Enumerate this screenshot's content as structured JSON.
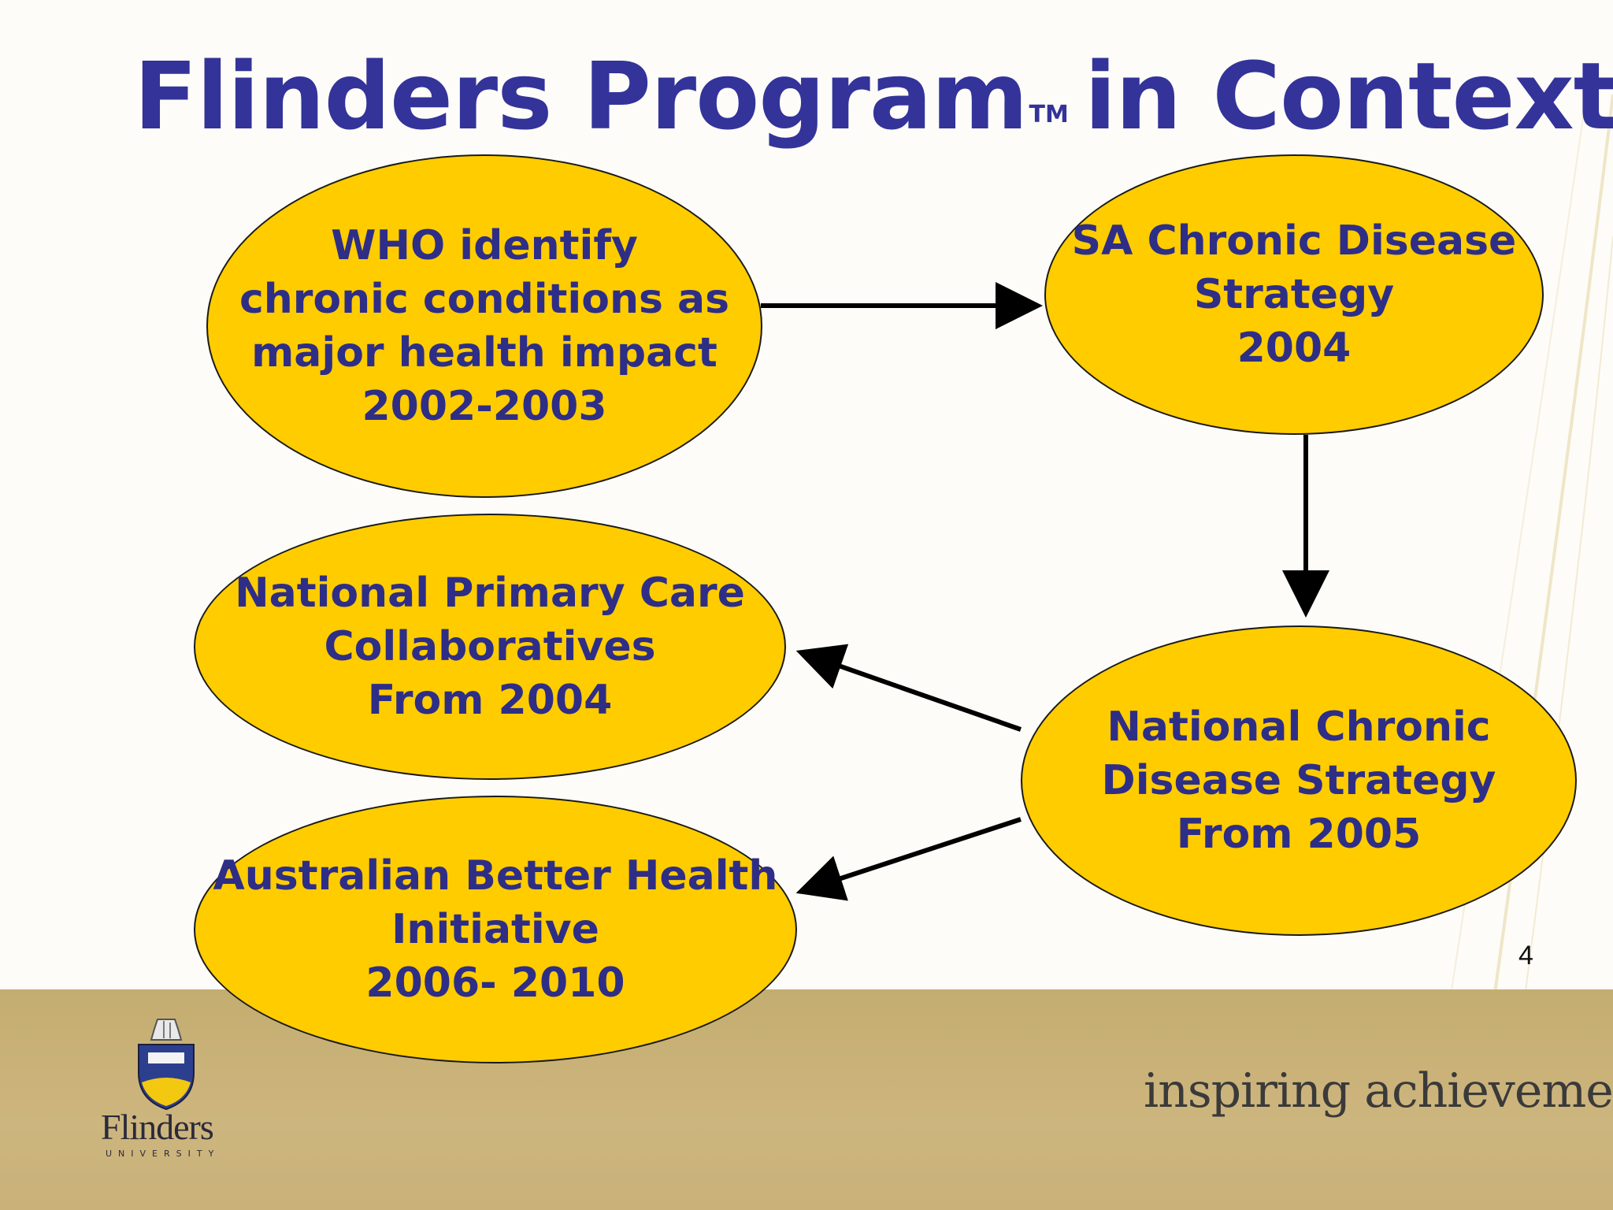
{
  "slide": {
    "title_main": "Flinders Program",
    "title_tm": "TM",
    "title_rest": "in Context",
    "page_number": "4"
  },
  "nodes": {
    "who": {
      "lines": [
        "WHO identify",
        "chronic conditions as",
        "major health impact",
        "2002-2003"
      ]
    },
    "sa_strategy": {
      "lines": [
        "SA Chronic Disease",
        "Strategy",
        "2004"
      ]
    },
    "national_strategy": {
      "lines": [
        "National Chronic",
        "Disease Strategy",
        "From 2005"
      ]
    },
    "primary_care": {
      "lines": [
        "National Primary Care",
        "Collaboratives",
        "From 2004"
      ]
    },
    "better_health": {
      "lines": [
        "Australian Better Health",
        "Initiative",
        "2006- 2010"
      ]
    }
  },
  "footer": {
    "tagline": "inspiring achievement",
    "logo_name": "Flinders",
    "logo_sub": "UNIVERSITY"
  },
  "colors": {
    "node_fill": "#ffcc00",
    "title_text": "#33339a",
    "footer_band": "#c9b27a"
  }
}
